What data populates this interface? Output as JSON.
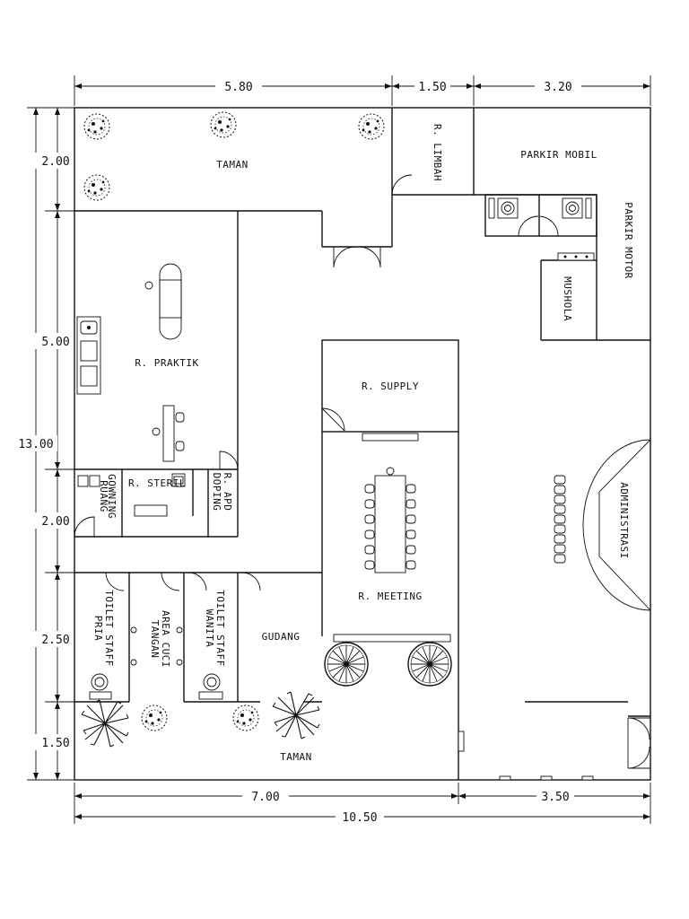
{
  "dimensions": {
    "top": [
      "5.80",
      "1.50",
      "3.20"
    ],
    "left_total": "13.00",
    "left": [
      "2.00",
      "5.00",
      "2.00",
      "2.50",
      "1.50"
    ],
    "bottom": [
      "7.00",
      "3.50"
    ],
    "bottom_total": "10.50"
  },
  "rooms": {
    "taman_top": "TAMAN",
    "r_limbah": "R. LIMBAH",
    "parkir_mobil": "PARKIR MOBIL",
    "parkir_motor": "PARKIR MOTOR",
    "mushola": "MUSHOLA",
    "r_praktik": "R. PRAKTIK",
    "r_supply": "R. SUPPLY",
    "ruang_gowning_1": "RUANG",
    "ruang_gowning_2": "GOWNING",
    "r_steril": "R. STERIL",
    "r_apd_1": "R. APD",
    "r_apd_2": "DOPING",
    "administrasi": "ADMINISTRASI",
    "r_meeting": "R. MEETING",
    "toilet_pria_1": "TOILET STAFF",
    "toilet_pria_2": "PRIA",
    "cuci_1": "AREA CUCI",
    "cuci_2": "TANGAN",
    "toilet_wanita_1": "TOILET STAFF",
    "toilet_wanita_2": "WANITA",
    "gudang": "GUDANG",
    "taman_bottom": "TAMAN"
  }
}
